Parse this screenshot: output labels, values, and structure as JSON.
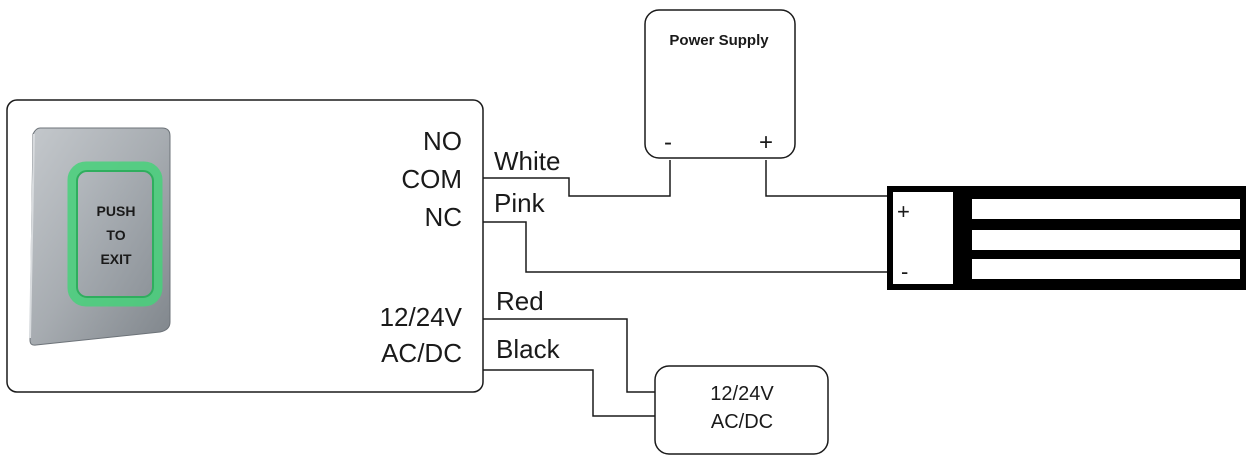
{
  "power_supply": {
    "title": "Power Supply",
    "minus": "-",
    "plus": "+"
  },
  "exit_button": {
    "face_lines": [
      "PUSH",
      "TO",
      "EXIT"
    ],
    "terminals": {
      "no": "NO",
      "com": "COM",
      "nc": "NC",
      "v1": "12/24V",
      "v2": "AC/DC"
    }
  },
  "wires": {
    "white": "White",
    "pink": "Pink",
    "red": "Red",
    "black": "Black"
  },
  "lock": {
    "plus": "+",
    "minus": "-"
  },
  "aux_supply": {
    "line1": "12/24V",
    "line2": "AC/DC"
  },
  "colors": {
    "stroke": "#1a1a1a",
    "button_body": "#a9aeb3",
    "button_glow": "#46d17a",
    "button_face": "#9aa0a6",
    "lock_body": "#000000"
  }
}
